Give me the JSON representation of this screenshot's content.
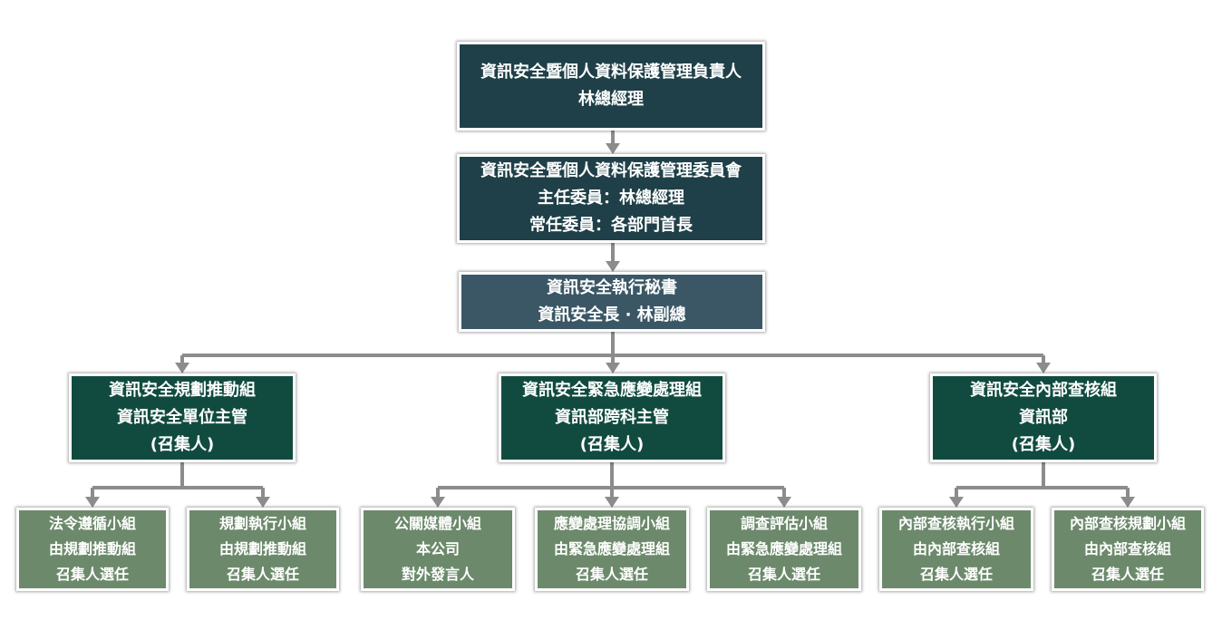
{
  "colors": {
    "top": "#1f4048",
    "exec": "#3b5766",
    "group": "#114b40",
    "sub": "#6c8a6b",
    "connector": "#8c8c8c"
  },
  "top": {
    "lines": [
      "資訊安全暨個人資料保護管理負責人",
      "林總經理"
    ]
  },
  "committee": {
    "lines": [
      "資訊安全暨個人資料保護管理委員會",
      "主任委員：林總經理",
      "常任委員：各部門首長"
    ]
  },
  "secretary": {
    "lines": [
      "資訊安全執行秘書",
      "資訊安全長 · 林副總"
    ]
  },
  "groups": [
    {
      "lines": [
        "資訊安全規劃推動組",
        "資訊安全單位主管",
        "(召集人)"
      ],
      "subgroups": [
        {
          "lines": [
            "法令遵循小組",
            "由規劃推動組",
            "召集人選任"
          ]
        },
        {
          "lines": [
            "規劃執行小組",
            "由規劃推動組",
            "召集人選任"
          ]
        }
      ]
    },
    {
      "lines": [
        "資訊安全緊急應變處理組",
        "資訊部跨科主管",
        "(召集人)"
      ],
      "subgroups": [
        {
          "lines": [
            "公關媒體小組",
            "本公司",
            "對外發言人"
          ]
        },
        {
          "lines": [
            "應變處理協調小組",
            "由緊急應變處理組",
            "召集人選任"
          ]
        },
        {
          "lines": [
            "調查評估小組",
            "由緊急應變處理組",
            "召集人選任"
          ]
        }
      ]
    },
    {
      "lines": [
        "資訊安全內部查核組",
        "資訊部",
        "(召集人)"
      ],
      "subgroups": [
        {
          "lines": [
            "內部查核執行小組",
            "由內部查核組",
            "召集人選任"
          ]
        },
        {
          "lines": [
            "內部查核規劃小組",
            "由內部查核組",
            "召集人選任"
          ]
        }
      ]
    }
  ]
}
